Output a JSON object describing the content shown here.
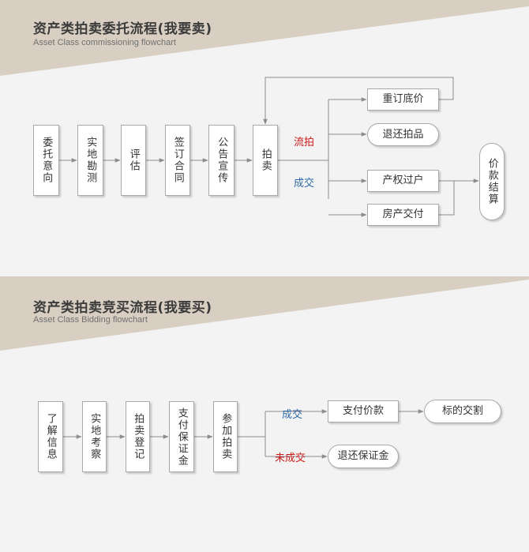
{
  "sell": {
    "title": "资产类拍卖委托流程(我要卖)",
    "subtitle": "Asset Class commissioning flowchart",
    "steps": [
      "委托意向",
      "实地勘测",
      "评估",
      "签订合同",
      "公告宣传",
      "拍卖"
    ],
    "branch_fail": "流拍",
    "branch_deal": "成交",
    "fail_outcomes": [
      "重订底价",
      "退还拍品"
    ],
    "deal_outcomes": [
      "产权过户",
      "房产交付"
    ],
    "final": "价款结算"
  },
  "buy": {
    "title": "资产类拍卖竞买流程(我要买)",
    "subtitle": "Asset Class Bidding flowchart",
    "steps": [
      "了解信息",
      "实地考察",
      "拍卖登记",
      "支付保证金",
      "参加拍卖"
    ],
    "branch_deal": "成交",
    "branch_fail": "未成交",
    "deal_steps": [
      "支付价款",
      "标的交割"
    ],
    "fail_outcome": "退还保证金"
  },
  "colors": {
    "band": "#d8cfc2",
    "background": "#f3f3f3",
    "line": "#8c8c8c",
    "fail_label": "#cc1a1a",
    "deal_label": "#2f6aa8"
  }
}
